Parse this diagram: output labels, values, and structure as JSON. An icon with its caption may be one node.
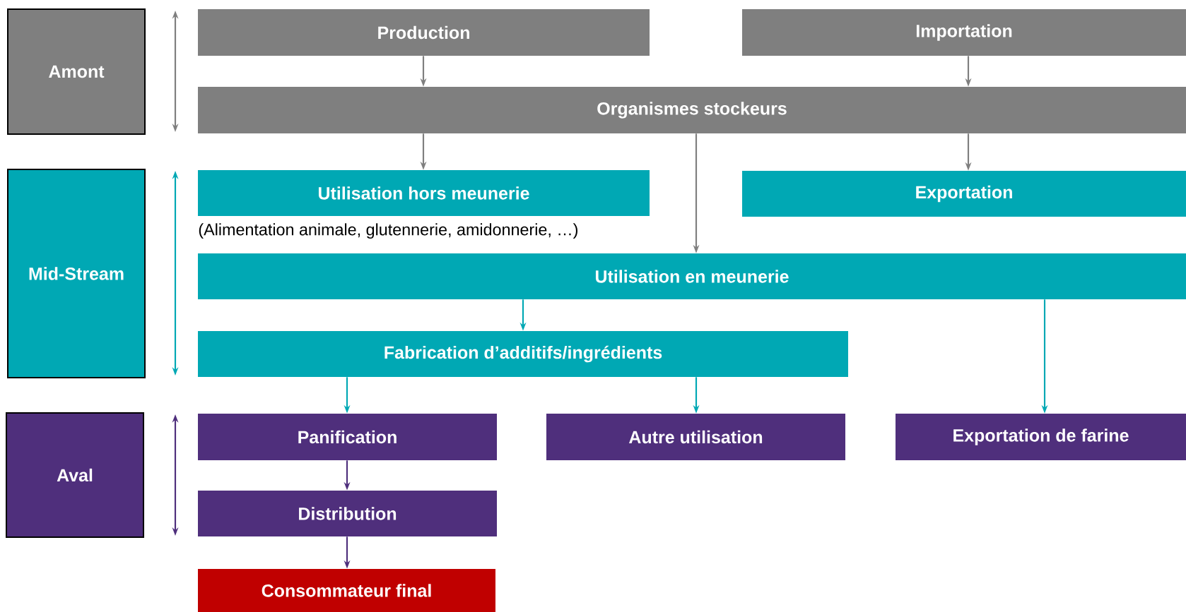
{
  "diagram": {
    "nodes": [
      {
        "text": [
          "Amont"
        ]
      },
      {
        "text": [
          "Mid-Stream"
        ]
      },
      {
        "text": [
          "Aval"
        ]
      },
      {
        "text": [
          "Production"
        ]
      },
      {
        "text": [
          "Importation"
        ]
      },
      {
        "text": [
          "Organismes stockeurs"
        ]
      },
      {
        "text": [
          "Utilisation hors meunerie"
        ],
        "beside": [
          "(Alimentation animale, glutennerie, amidonnerie, …)"
        ]
      },
      {
        "text": [
          "Exportation"
        ]
      },
      {
        "text": [
          "Utilisation en meunerie"
        ]
      },
      {
        "text": [
          "Fabrication d’additifs/ingrédients"
        ]
      },
      {
        "text": [
          "Panification"
        ]
      },
      {
        "text": [
          "Autre utilisation"
        ]
      },
      {
        "text": [
          "Exportation de farine"
        ]
      },
      {
        "text": [
          "Distribution"
        ]
      },
      {
        "text": [
          "Consommateur final"
        ]
      }
    ],
    "edges": [
      {
        "from": 3,
        "to": 5,
        "arrow": "to"
      },
      {
        "from": 4,
        "to": 5,
        "arrow": "to"
      },
      {
        "from": 5,
        "to": 6,
        "arrow": "to"
      },
      {
        "from": 5,
        "to": 8,
        "arrow": "to"
      },
      {
        "from": 5,
        "to": 7,
        "arrow": "to"
      },
      {
        "from": 8,
        "to": 9,
        "arrow": "to",
        "color": "#00a8b4"
      },
      {
        "from": 8,
        "to": 12,
        "arrow": "to",
        "color": "#00a8b4"
      },
      {
        "from": 9,
        "to": 10,
        "arrow": "to",
        "color": "#00a8b4"
      },
      {
        "from": 9,
        "to": 11,
        "arrow": "to",
        "color": "#00a8b4"
      },
      {
        "from": 10,
        "to": 13,
        "arrow": "to",
        "color": "#4f2f7c"
      },
      {
        "from": 13,
        "to": 14,
        "arrow": "to",
        "color": "#4f2f7c"
      }
    ]
  }
}
